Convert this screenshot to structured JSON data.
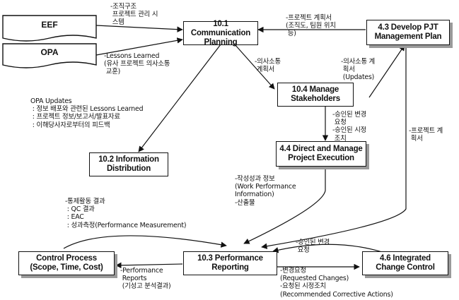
{
  "inputs": {
    "eef": "EEF",
    "opa": "OPA"
  },
  "boxes": {
    "comm_planning": [
      "10.1 Communication",
      "Planning"
    ],
    "develop_pjt": [
      "4.3 Develop PJT",
      "Management Plan"
    ],
    "manage_stakeholders": [
      "10.4 Manage",
      "Stakeholders"
    ],
    "direct_manage": [
      "4.4 Direct and Manage",
      "Project Execution"
    ],
    "info_distribution": [
      "10.2 Information",
      "Distribution"
    ],
    "performance_reporting": [
      "10.3 Performance",
      "Reporting"
    ],
    "control_process": [
      "Control Process",
      "(Scope, Time, Cost)"
    ],
    "integrated_change": [
      "4.6 Integrated",
      "Change Control"
    ]
  },
  "notes": {
    "eef_to_comm": "-조직구조\n 프로젝트 관리 시\n 스템",
    "opa_to_comm": "-Lessons Learned\n(유사 프로젝트 의사소통\n 교훈)",
    "pjt_plan_to_comm": "-프로젝트 계획서\n(조직도, 팀원 위치\n 등)",
    "comm_to_stake": "-의사소통\n 계획서",
    "stake_to_pjt": "-의사소통 계\n 획서\n (Updates)",
    "opa_updates": "OPA Updates\n : 정보 배포와 관련된 Lessons Learned\n : 프로젝트 정보/보고서/발표자료\n : 이해당사자로부터의 피드백",
    "stake_to_direct": "-승인된 변경\n 요청\n-승인된 시정\n 조치",
    "pjt_to_perf": "-프로젝트 계\n 획서",
    "work_perf": "-작성성과 정보\n(Work Performance\nInformation)\n-산출물",
    "control_results": "-통제활동 결과\n : QC 결과\n : EAC\n : 성과측정(Performance Measurement)",
    "approved_change": "-승인된 변경\n 요청",
    "perf_reports": "-Performance\n Reports\n (기성고 분석결과)",
    "change_requests": "-변경요청\n(Requested Changes)\n-요청된 시정조치\n(Recommended Corrective Actions)"
  },
  "colors": {
    "line": "#111111",
    "shadow": "#9a9a9a"
  }
}
